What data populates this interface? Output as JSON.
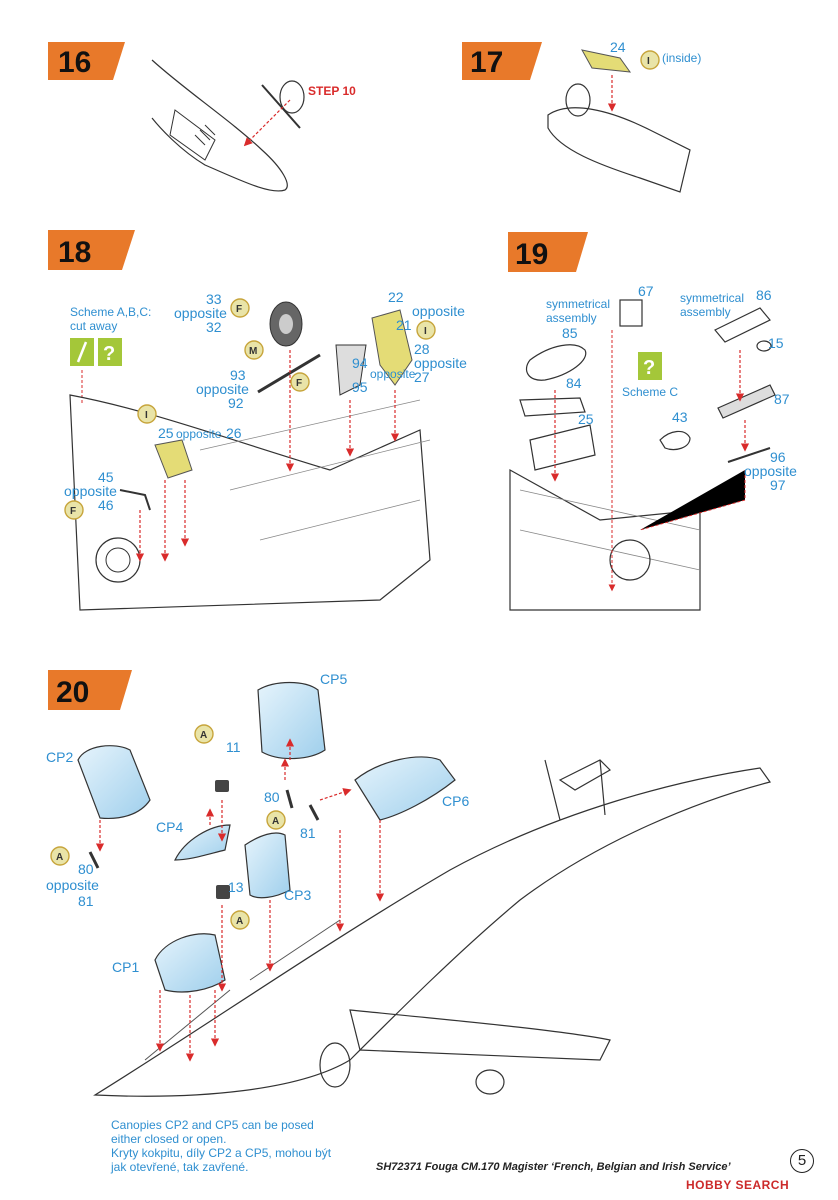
{
  "steps": {
    "s16": {
      "number": "16",
      "note": "STEP 10"
    },
    "s17": {
      "number": "17",
      "part": "24",
      "paint": "I",
      "paint_note": "(inside)"
    },
    "s18": {
      "number": "18",
      "scheme": "Scheme A,B,C:",
      "scheme_sub": "cut away",
      "p33": "33",
      "opp": "opposite",
      "p32": "32",
      "paintF": "F",
      "paintM": "M",
      "paintI": "I",
      "p22": "22",
      "p21": "21",
      "p28": "28",
      "p27": "27",
      "p94": "94",
      "p95": "95",
      "p93": "93",
      "p92": "92",
      "p25": "25",
      "p26": "26",
      "p45": "45",
      "p46": "46",
      "opp_small": "opposite"
    },
    "s19": {
      "number": "19",
      "sym1": "symmetrical",
      "asm1": "assembly",
      "p67": "67",
      "p85": "85",
      "sym2": "symmetrical",
      "asm2": "assembly",
      "p86": "86",
      "p15": "15",
      "p84": "84",
      "p25": "25",
      "scheme": "Scheme C",
      "p43": "43",
      "p87": "87",
      "p96": "96",
      "opp": "opposite",
      "p97": "97"
    },
    "s20": {
      "number": "20",
      "cp5": "CP5",
      "cp2": "CP2",
      "cp4": "CP4",
      "cp6": "CP6",
      "cp3": "CP3",
      "cp1": "CP1",
      "p11": "11",
      "p13": "13",
      "p80a": "80",
      "p81a": "81",
      "p80b": "80",
      "p81b": "81",
      "opp": "opposite",
      "paintA": "A"
    }
  },
  "notes": {
    "line1": "Canopies CP2 and CP5 can be posed",
    "line2": "either closed or open.",
    "line3": "Kryty kokpitu, díly CP2 a CP5, mohou být",
    "line4": "jak otevřené, tak zavřené."
  },
  "footer": "SH72371 Fouga CM.170 Magister ‘French, Belgian and Irish Service’",
  "page_number": "5",
  "watermark": "HOBBY SEARCH",
  "colors": {
    "accent": "#e8792a",
    "label": "#2f8fd0",
    "arrow": "#d92b2b",
    "paint_badge": "#e9e4a8",
    "part_yellow": "#e4dc76"
  }
}
